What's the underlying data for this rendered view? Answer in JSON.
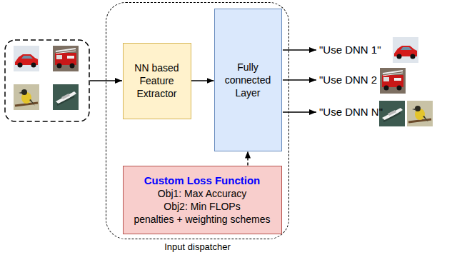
{
  "diagram": {
    "nodes": [
      {
        "text": [
          "Input dispatcher"
        ]
      },
      {
        "text": [
          "NN based Feature Extractor"
        ],
        "in": 0
      },
      {
        "text": [
          "Fully connected Layer"
        ],
        "in": 0
      },
      {
        "text": [
          "Custom Loss Function",
          "Obj1: Max Accuracy",
          "Obj2: Min FLOPs",
          "penalties + weighting schemes"
        ],
        "in": 0
      }
    ],
    "edges": [
      {
        "from": 1,
        "to": 2,
        "arrow": "to"
      },
      {
        "from": 3,
        "to": 2,
        "arrow": "to"
      }
    ],
    "labels": [
      "\"Use DNN 1\"",
      "\"Use DNN 2",
      "\"Use DNN N\""
    ]
  }
}
